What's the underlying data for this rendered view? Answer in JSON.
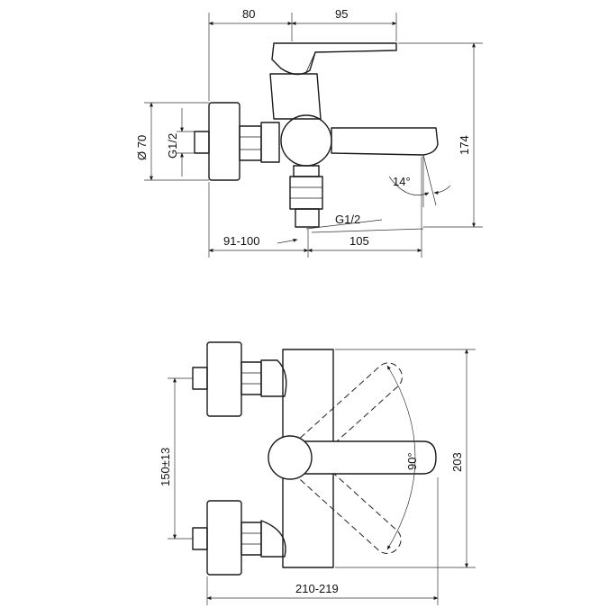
{
  "side_view": {
    "dims": {
      "handle_offset": "80",
      "spout_reach_top": "95",
      "flange_diameter": "Ø 70",
      "inlet_thread": "G1/2",
      "height": "174",
      "spout_angle": "14°",
      "outlet_thread": "G1/2",
      "wall_offset": "91-100",
      "spout_reach_bottom": "105"
    }
  },
  "front_view": {
    "dims": {
      "inlet_spacing": "150±13",
      "lever_swing": "90°",
      "body_height": "203",
      "overall_width": "210-219"
    }
  },
  "colors": {
    "line": "#1a1a1a",
    "background": "#ffffff"
  }
}
